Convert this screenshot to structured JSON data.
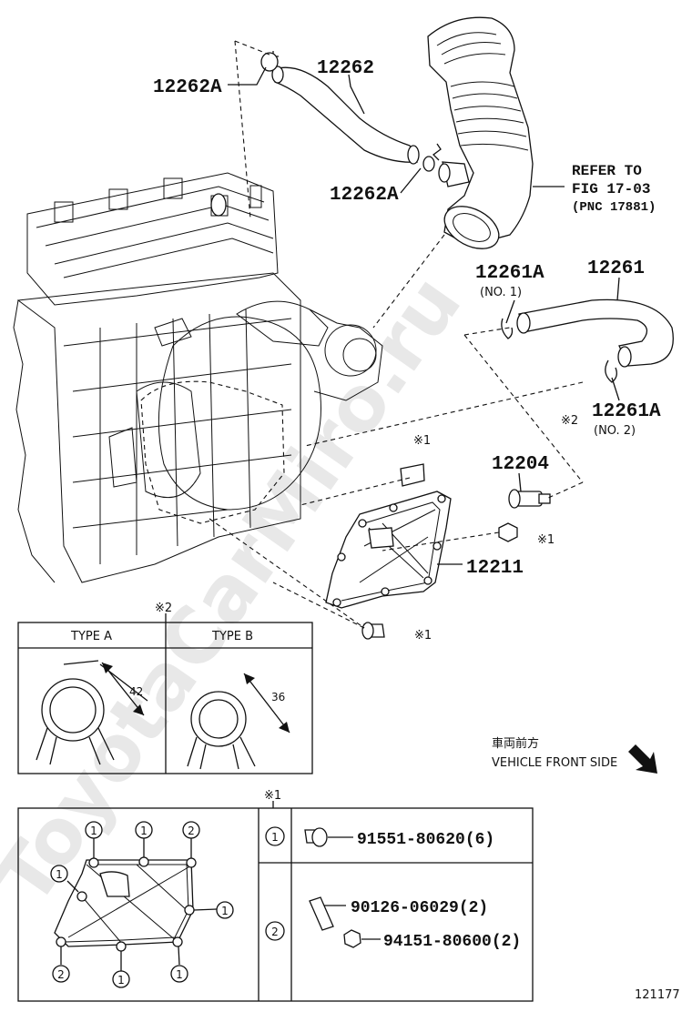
{
  "watermark": "ToyotaCarMiro.ru",
  "callouts": {
    "hose_upper": "12262",
    "clamp_upper_a": "12262A",
    "clamp_upper_b": "12262A",
    "hose_lower": "12261",
    "clamp_no1": "12261A",
    "clamp_no1_note": "(NO. 1)",
    "clamp_no2": "12261A",
    "clamp_no2_note": "(NO. 2)",
    "clamp_no2_mark": "※2",
    "pcv_valve": "12204",
    "separator_case": "12211",
    "mark_stud": "※1",
    "mark_nut": "※1",
    "mark_bolt": "※1"
  },
  "refer": {
    "line1": "REFER TO",
    "line2": "FIG 17-03",
    "line3": "(PNC 17881)"
  },
  "clamp_types": {
    "mark": "※2",
    "type_a": "TYPE A",
    "type_a_dim": "42",
    "type_b": "TYPE B",
    "type_b_dim": "36"
  },
  "direction": {
    "japanese": "車両前方",
    "english": "VEHICLE FRONT SIDE"
  },
  "fastener_table": {
    "mark": "※1",
    "row1_key": "1",
    "row1_part": "91551-80620(6)",
    "row2_key": "2",
    "row2_part_a": "90126-06029(2)",
    "row2_part_b": "94151-80600(2)"
  },
  "plate_labels": [
    "1",
    "1",
    "2",
    "1",
    "1",
    "2",
    "1",
    "1"
  ],
  "illustration_number": "121177"
}
